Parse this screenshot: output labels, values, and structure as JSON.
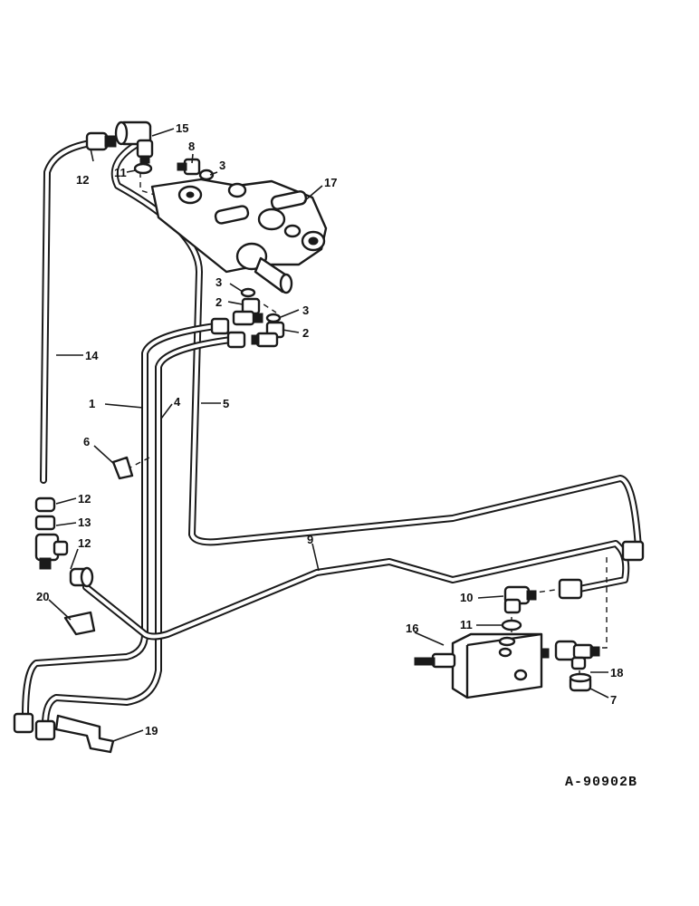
{
  "callouts": {
    "c1": "1",
    "c2a": "2",
    "c2b": "2",
    "c3a": "3",
    "c3b": "3",
    "c3c": "3",
    "c4": "4",
    "c5": "5",
    "c6": "6",
    "c7": "7",
    "c8": "8",
    "c9": "9",
    "c10": "10",
    "c11a": "11",
    "c11b": "11",
    "c12a": "12",
    "c12b": "12",
    "c12c": "12",
    "c13": "13",
    "c14": "14",
    "c15": "15",
    "c16": "16",
    "c17": "17",
    "c18": "18",
    "c19": "19",
    "c20": "20"
  },
  "reference": "A-90902B"
}
